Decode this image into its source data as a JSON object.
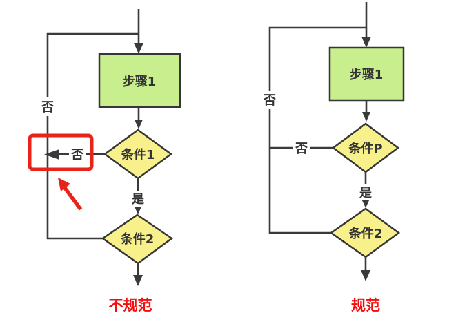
{
  "colors": {
    "process_fill": "#c8ee8e",
    "decision_fill": "#f8f18b",
    "line_stroke": "#3a3a3a",
    "node_text": "#333333",
    "caption_red": "#f30d0d",
    "annotation_red": "#e8231a",
    "background": "#ffffff"
  },
  "left_chart": {
    "caption": "不规范",
    "nodes": {
      "process1": "步骤1",
      "decision1": "条件1",
      "decision2": "条件2"
    },
    "edge_labels": {
      "loop_no": "否",
      "branch_no": "否",
      "yes": "是"
    },
    "annotation": {
      "highlight_box_icon": "red-rounded-rectangle",
      "pointer_icon": "red-arrow-pointing-upper-left"
    }
  },
  "right_chart": {
    "caption": "规范",
    "nodes": {
      "process1": "步骤1",
      "decision1": "条件P",
      "decision2": "条件2"
    },
    "edge_labels": {
      "loop_no": "否",
      "branch_no": "否",
      "yes": "是"
    }
  }
}
